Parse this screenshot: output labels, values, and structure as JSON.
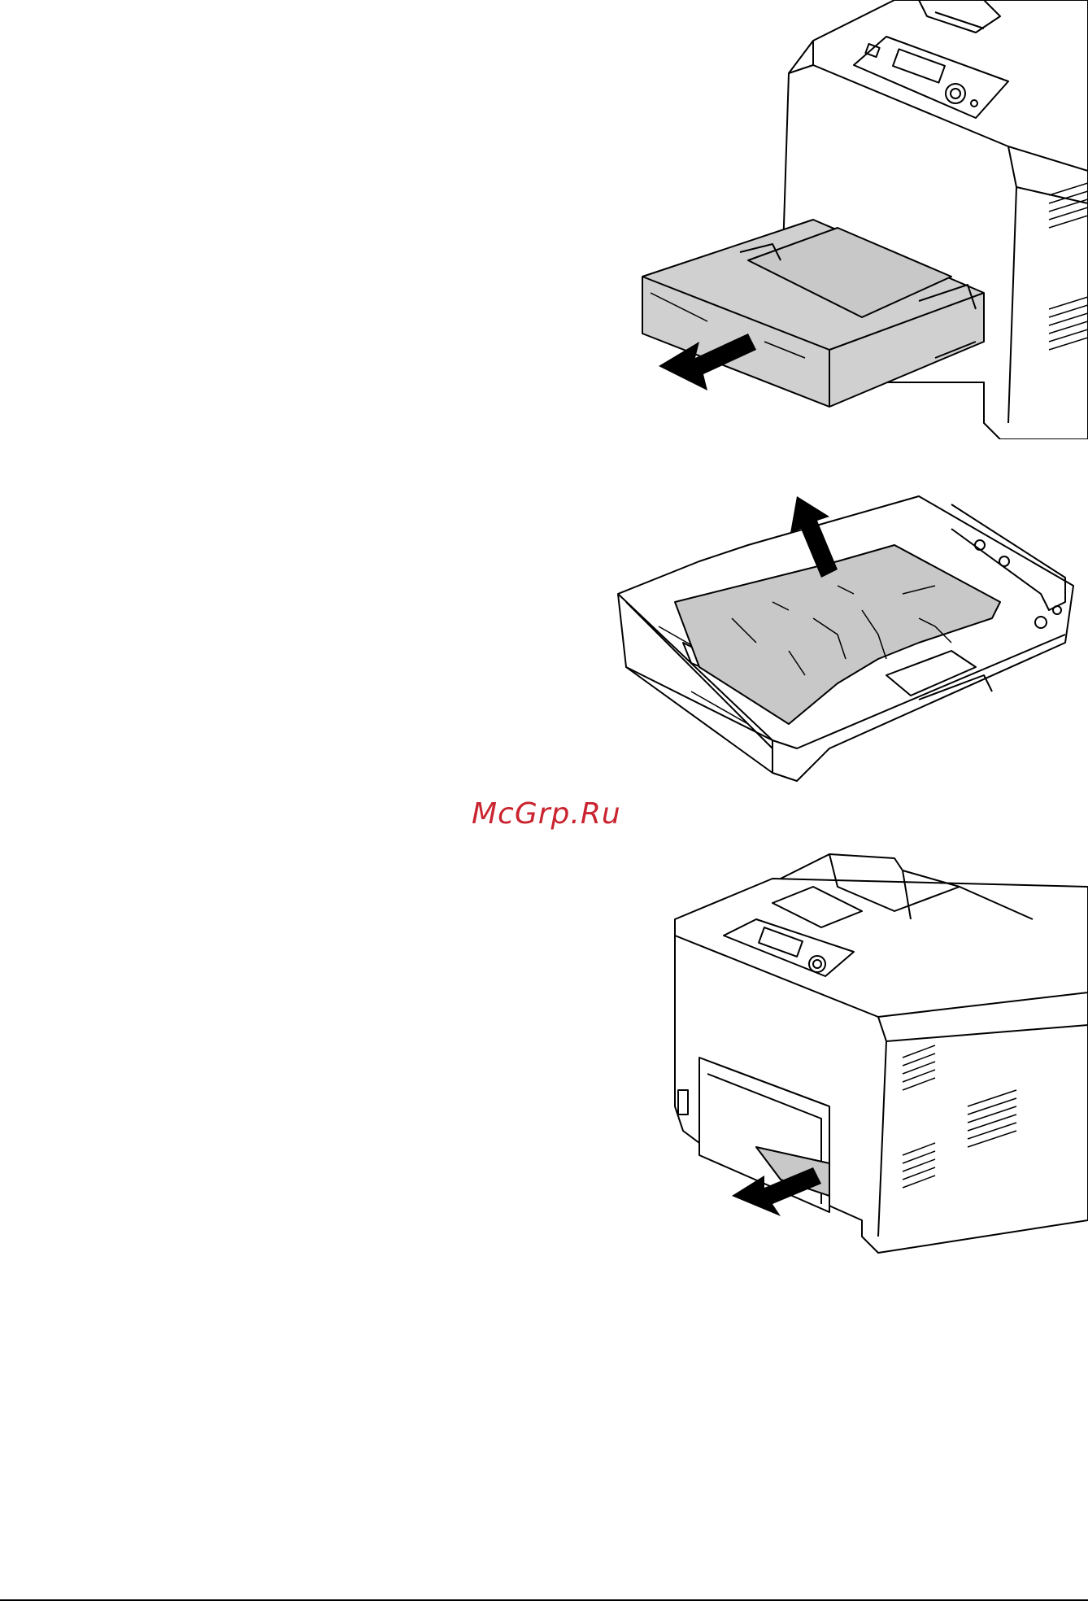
{
  "watermark": {
    "text": "McGrp.Ru",
    "color": "#c9242f"
  },
  "figures": [
    {
      "subject": "printer-with-paper-tray-pulled-out",
      "arrow": "arrow-left-icon"
    },
    {
      "subject": "paper-tray-with-jammed-paper",
      "arrow": "arrow-up-icon"
    },
    {
      "subject": "printer-with-jammed-paper-in-tray-slot",
      "arrow": "arrow-left-icon"
    }
  ],
  "colors": {
    "line": "#000000",
    "paper_fill": "#c8c8c8",
    "tray_fill": "#d0d0d0",
    "background": "#ffffff"
  }
}
